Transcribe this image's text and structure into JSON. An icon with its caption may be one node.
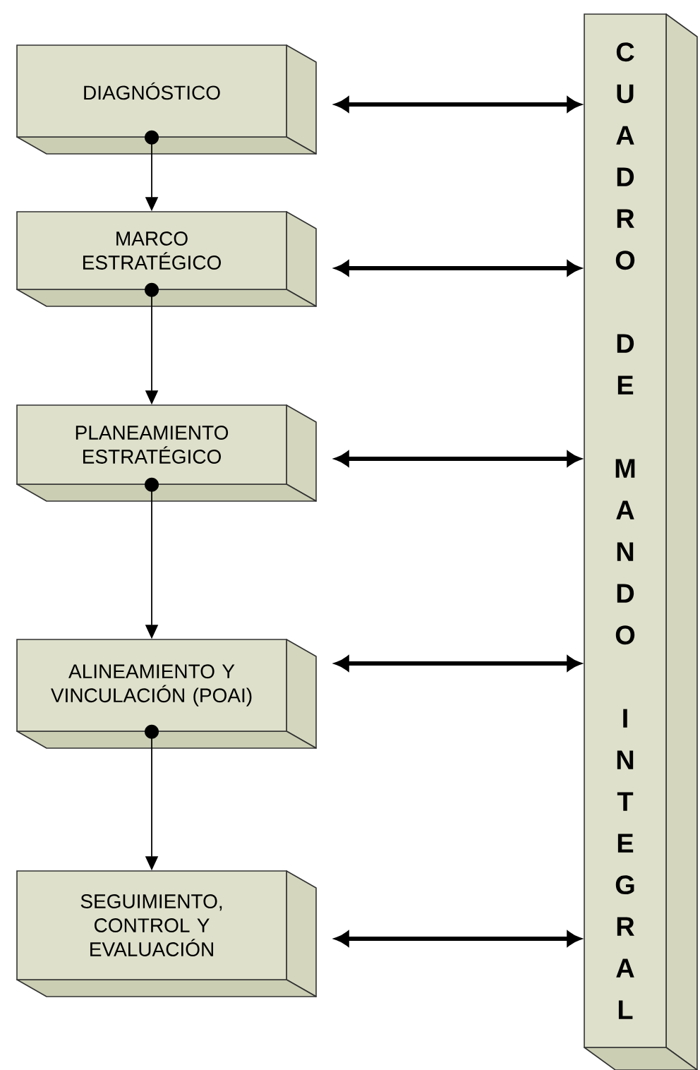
{
  "diagram": {
    "nodes": [
      {
        "text": [
          "DIAGNÓSTICO"
        ]
      },
      {
        "text": [
          "MARCO ESTRATÉGICO"
        ]
      },
      {
        "text": [
          "PLANEAMIENTO ESTRATÉGICO"
        ]
      },
      {
        "text": [
          "ALINEAMIENTO Y VINCULACIÓN (POAI)"
        ]
      },
      {
        "text": [
          "SEGUIMIENTO, CONTROL Y EVALUACIÓN"
        ]
      },
      {
        "text": [
          "CUADRO DE MANDO INTEGRAL"
        ]
      }
    ],
    "edges": [
      {
        "from": 0,
        "to": 1,
        "arrow": "to"
      },
      {
        "from": 1,
        "to": 2,
        "arrow": "to"
      },
      {
        "from": 2,
        "to": 3,
        "arrow": "to"
      },
      {
        "from": 3,
        "to": 4,
        "arrow": "to"
      },
      {
        "from": 0,
        "to": 5,
        "arrow": "both"
      },
      {
        "from": 1,
        "to": 5,
        "arrow": "both"
      },
      {
        "from": 2,
        "to": 5,
        "arrow": "both"
      },
      {
        "from": 3,
        "to": 5,
        "arrow": "both"
      },
      {
        "from": 4,
        "to": 5,
        "arrow": "both"
      }
    ]
  }
}
